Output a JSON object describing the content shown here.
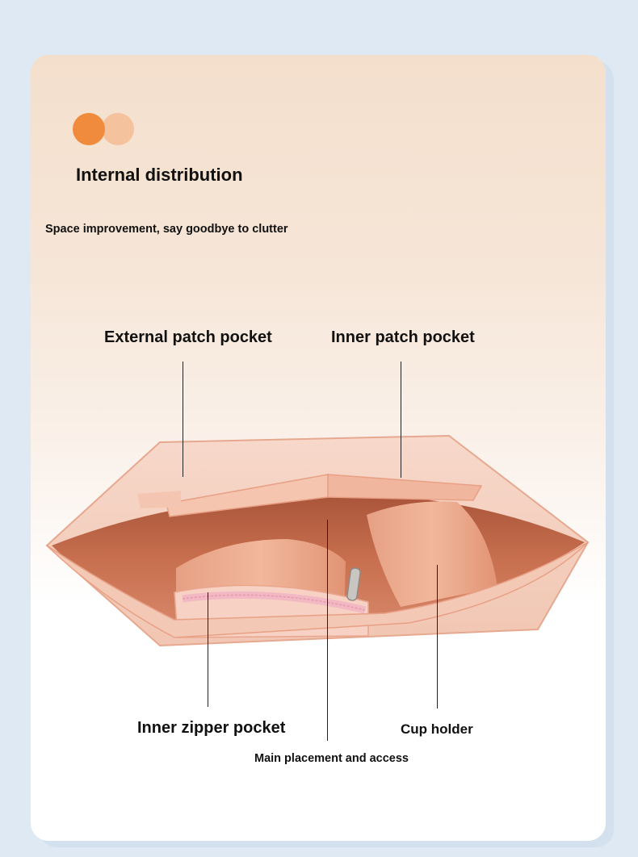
{
  "header": {
    "title": "Internal distribution",
    "subtitle": "Space improvement, say goodbye to clutter"
  },
  "labels": {
    "external_patch_pocket": "External patch pocket",
    "inner_patch_pocket": "Inner patch pocket",
    "inner_zipper_pocket": "Inner zipper pocket",
    "cup_holder": "Cup holder",
    "main_placement": "Main placement and access"
  },
  "colors": {
    "accent_orange": "#f08a3c",
    "accent_peach": "#f4c29c",
    "felt_light": "#f4cbb8",
    "felt_dark": "#c9714f",
    "zipper_pink": "#f2b8c4"
  }
}
